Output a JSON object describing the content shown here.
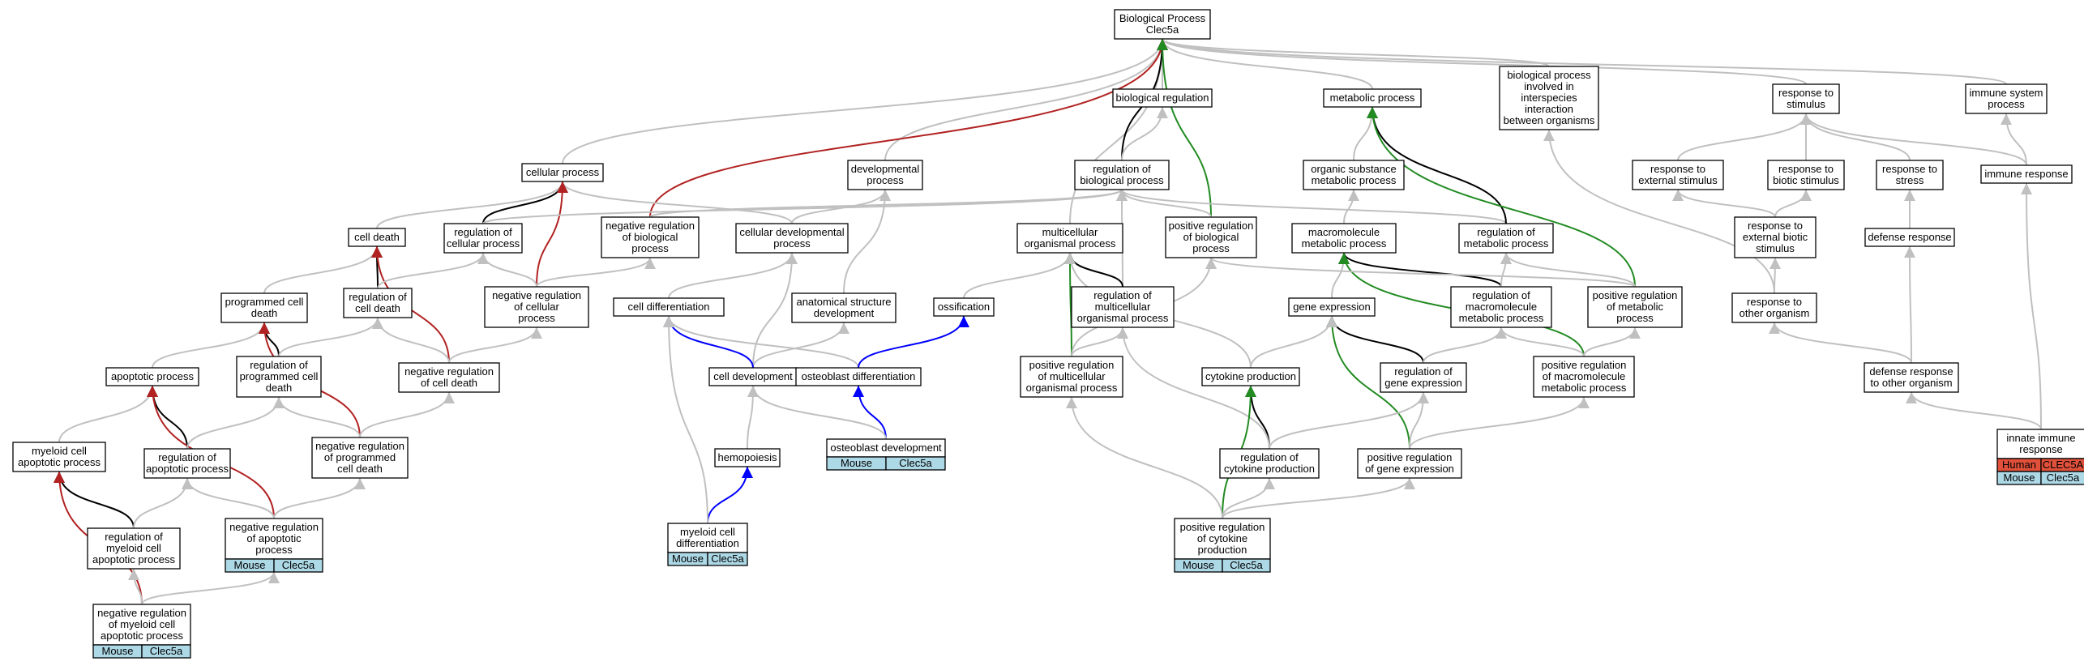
{
  "graph": {
    "colors": {
      "gray": "#c0c0c0",
      "black": "#000000",
      "red": "#b22222",
      "green": "#228b22",
      "blue": "#0000ff",
      "mouse": "#add8e6",
      "human": "#e0503a"
    },
    "nodes": [
      {
        "id": "bp",
        "lines": [
          "Biological Process",
          "Clec5a"
        ]
      },
      {
        "id": "cellular",
        "lines": [
          "cellular process"
        ]
      },
      {
        "id": "devproc",
        "lines": [
          "developmental",
          "process"
        ]
      },
      {
        "id": "bioreg",
        "lines": [
          "biological regulation"
        ]
      },
      {
        "id": "regbp",
        "lines": [
          "regulation of",
          "biological process"
        ]
      },
      {
        "id": "metab",
        "lines": [
          "metabolic process"
        ]
      },
      {
        "id": "interspecies",
        "lines": [
          "biological process",
          "involved in",
          "interspecies",
          "interaction",
          "between organisms"
        ]
      },
      {
        "id": "respstim",
        "lines": [
          "response to",
          "stimulus"
        ]
      },
      {
        "id": "immsys",
        "lines": [
          "immune system",
          "process"
        ]
      },
      {
        "id": "celldeath",
        "lines": [
          "cell death"
        ]
      },
      {
        "id": "regcellproc",
        "lines": [
          "regulation of",
          "cellular process"
        ]
      },
      {
        "id": "negregbp",
        "lines": [
          "negative regulation",
          "of biological",
          "process"
        ]
      },
      {
        "id": "celldevproc",
        "lines": [
          "cellular developmental",
          "process"
        ]
      },
      {
        "id": "multiorg",
        "lines": [
          "multicellular",
          "organismal process"
        ]
      },
      {
        "id": "posregbp",
        "lines": [
          "positive regulation",
          "of biological",
          "process"
        ]
      },
      {
        "id": "orgsub",
        "lines": [
          "organic substance",
          "metabolic process"
        ]
      },
      {
        "id": "macromol",
        "lines": [
          "macromolecule",
          "metabolic process"
        ]
      },
      {
        "id": "regmetab",
        "lines": [
          "regulation of",
          "metabolic process"
        ]
      },
      {
        "id": "respext",
        "lines": [
          "response to",
          "external stimulus"
        ]
      },
      {
        "id": "respbiotic",
        "lines": [
          "response to",
          "biotic stimulus"
        ]
      },
      {
        "id": "respstress",
        "lines": [
          "response to",
          "stress"
        ]
      },
      {
        "id": "immresp",
        "lines": [
          "immune response"
        ]
      },
      {
        "id": "pcd",
        "lines": [
          "programmed cell",
          "death"
        ]
      },
      {
        "id": "regcelldeath",
        "lines": [
          "regulation of",
          "cell death"
        ]
      },
      {
        "id": "negregcellproc",
        "lines": [
          "negative regulation",
          "of cellular",
          "process"
        ]
      },
      {
        "id": "celldiff",
        "lines": [
          "cell differentiation"
        ]
      },
      {
        "id": "anatdev",
        "lines": [
          "anatomical structure",
          "development"
        ]
      },
      {
        "id": "ossif",
        "lines": [
          "ossification"
        ]
      },
      {
        "id": "regmulti",
        "lines": [
          "regulation of",
          "multicellular",
          "organismal process"
        ]
      },
      {
        "id": "geneexpr",
        "lines": [
          "gene expression"
        ]
      },
      {
        "id": "regmacro",
        "lines": [
          "regulation of",
          "macromolecule",
          "metabolic process"
        ]
      },
      {
        "id": "posregmetab",
        "lines": [
          "positive regulation",
          "of metabolic",
          "process"
        ]
      },
      {
        "id": "respextbiotic",
        "lines": [
          "response to",
          "external biotic",
          "stimulus"
        ]
      },
      {
        "id": "defresp",
        "lines": [
          "defense response"
        ]
      },
      {
        "id": "resporg",
        "lines": [
          "response to",
          "other organism"
        ]
      },
      {
        "id": "apop",
        "lines": [
          "apoptotic process"
        ]
      },
      {
        "id": "regpcd",
        "lines": [
          "regulation of",
          "programmed cell",
          "death"
        ]
      },
      {
        "id": "negregcelldeath",
        "lines": [
          "negative regulation",
          "of cell death"
        ]
      },
      {
        "id": "celldev",
        "lines": [
          "cell development"
        ]
      },
      {
        "id": "osteodiff",
        "lines": [
          "osteoblast differentiation"
        ]
      },
      {
        "id": "posregmulti",
        "lines": [
          "positive regulation",
          "of multicellular",
          "organismal process"
        ]
      },
      {
        "id": "cytoprod",
        "lines": [
          "cytokine production"
        ]
      },
      {
        "id": "reggene",
        "lines": [
          "regulation of",
          "gene expression"
        ]
      },
      {
        "id": "posregmacro",
        "lines": [
          "positive regulation",
          "of macromolecule",
          "metabolic process"
        ]
      },
      {
        "id": "defother",
        "lines": [
          "defense response",
          "to other organism"
        ]
      },
      {
        "id": "myeloidapop",
        "lines": [
          "myeloid cell",
          "apoptotic process"
        ]
      },
      {
        "id": "regapop",
        "lines": [
          "regulation of",
          "apoptotic process"
        ]
      },
      {
        "id": "negregpcd",
        "lines": [
          "negative regulation",
          "of programmed",
          "cell death"
        ]
      },
      {
        "id": "osteodev",
        "lines": [
          "osteoblast development"
        ],
        "tags": [
          [
            "Mouse",
            "Clec5a"
          ]
        ]
      },
      {
        "id": "hemo",
        "lines": [
          "hemopoiesis"
        ]
      },
      {
        "id": "regcyto",
        "lines": [
          "regulation of",
          "cytokine production"
        ]
      },
      {
        "id": "posreggene",
        "lines": [
          "positive regulation",
          "of gene expression"
        ]
      },
      {
        "id": "innate",
        "lines": [
          "innate immune",
          "response"
        ],
        "tags": [
          [
            "Human",
            "CLEC5A"
          ],
          [
            "Mouse",
            "Clec5a"
          ]
        ]
      },
      {
        "id": "regmyeloidapop",
        "lines": [
          "regulation of",
          "myeloid cell",
          "apoptotic process"
        ]
      },
      {
        "id": "negregapop",
        "lines": [
          "negative regulation",
          "of apoptotic",
          "process"
        ],
        "tags": [
          [
            "Mouse",
            "Clec5a"
          ]
        ]
      },
      {
        "id": "myeloiddiff",
        "lines": [
          "myeloid cell",
          "differentiation"
        ],
        "tags": [
          [
            "Mouse",
            "Clec5a"
          ]
        ]
      },
      {
        "id": "posregcyto",
        "lines": [
          "positive regulation",
          "of cytokine",
          "production"
        ],
        "tags": [
          [
            "Mouse",
            "Clec5a"
          ]
        ]
      },
      {
        "id": "negregmyeloid",
        "lines": [
          "negative regulation",
          "of myeloid cell",
          "apoptotic process"
        ],
        "tags": [
          [
            "Mouse",
            "Clec5a"
          ]
        ]
      }
    ],
    "edges": [
      [
        "cellular",
        "bp",
        "gray"
      ],
      [
        "devproc",
        "bp",
        "gray"
      ],
      [
        "bioreg",
        "bp",
        "gray"
      ],
      [
        "metab",
        "bp",
        "gray"
      ],
      [
        "interspecies",
        "bp",
        "gray"
      ],
      [
        "respstim",
        "bp",
        "gray"
      ],
      [
        "immsys",
        "bp",
        "gray"
      ],
      [
        "multiorg",
        "bp",
        "gray"
      ],
      [
        "regbp",
        "bp",
        "black"
      ],
      [
        "negregbp",
        "bp",
        "red"
      ],
      [
        "posregbp",
        "bp",
        "green"
      ],
      [
        "regbp",
        "bioreg",
        "gray"
      ],
      [
        "celldeath",
        "cellular",
        "gray"
      ],
      [
        "regcellproc",
        "cellular",
        "black"
      ],
      [
        "celldevproc",
        "cellular",
        "gray"
      ],
      [
        "negregcellproc",
        "cellular",
        "red"
      ],
      [
        "celldevproc",
        "devproc",
        "gray"
      ],
      [
        "anatdev",
        "devproc",
        "gray"
      ],
      [
        "negregbp",
        "regbp",
        "gray"
      ],
      [
        "regcellproc",
        "regbp",
        "gray"
      ],
      [
        "posregbp",
        "regbp",
        "gray"
      ],
      [
        "regmulti",
        "regbp",
        "gray"
      ],
      [
        "regmetab",
        "regbp",
        "gray"
      ],
      [
        "orgsub",
        "metab",
        "gray"
      ],
      [
        "regmetab",
        "metab",
        "black"
      ],
      [
        "posregmetab",
        "metab",
        "green"
      ],
      [
        "respext",
        "respstim",
        "gray"
      ],
      [
        "respbiotic",
        "respstim",
        "gray"
      ],
      [
        "respstress",
        "respstim",
        "gray"
      ],
      [
        "immresp",
        "respstim",
        "gray"
      ],
      [
        "immresp",
        "immsys",
        "gray"
      ],
      [
        "resporg",
        "interspecies",
        "gray"
      ],
      [
        "macromol",
        "orgsub",
        "gray"
      ],
      [
        "geneexpr",
        "macromol",
        "gray"
      ],
      [
        "regmacro",
        "macromol",
        "black"
      ],
      [
        "posregmacro",
        "macromol",
        "green"
      ],
      [
        "regmacro",
        "regmetab",
        "gray"
      ],
      [
        "posregmetab",
        "regmetab",
        "gray"
      ],
      [
        "posregmetab",
        "posregbp",
        "gray"
      ],
      [
        "posregmacro",
        "posregmetab",
        "gray"
      ],
      [
        "posregmacro",
        "regmacro",
        "gray"
      ],
      [
        "respextbiotic",
        "respext",
        "gray"
      ],
      [
        "respextbiotic",
        "respbiotic",
        "gray"
      ],
      [
        "resporg",
        "respextbiotic",
        "gray"
      ],
      [
        "defresp",
        "respstress",
        "gray"
      ],
      [
        "defother",
        "defresp",
        "gray"
      ],
      [
        "defother",
        "resporg",
        "gray"
      ],
      [
        "innate",
        "defother",
        "gray"
      ],
      [
        "innate",
        "immresp",
        "gray"
      ],
      [
        "pcd",
        "celldeath",
        "gray"
      ],
      [
        "regcelldeath",
        "celldeath",
        "black"
      ],
      [
        "negregcelldeath",
        "celldeath",
        "red"
      ],
      [
        "regcelldeath",
        "regcellproc",
        "gray"
      ],
      [
        "negregcellproc",
        "regcellproc",
        "gray"
      ],
      [
        "negregcellproc",
        "negregbp",
        "gray"
      ],
      [
        "apop",
        "pcd",
        "gray"
      ],
      [
        "regpcd",
        "pcd",
        "black"
      ],
      [
        "negregpcd",
        "pcd",
        "red"
      ],
      [
        "regpcd",
        "regcelldeath",
        "gray"
      ],
      [
        "negregcelldeath",
        "regcelldeath",
        "gray"
      ],
      [
        "negregcelldeath",
        "negregcellproc",
        "gray"
      ],
      [
        "negregpcd",
        "regpcd",
        "gray"
      ],
      [
        "negregpcd",
        "negregcelldeath",
        "gray"
      ],
      [
        "myeloidapop",
        "apop",
        "gray"
      ],
      [
        "regapop",
        "apop",
        "black"
      ],
      [
        "negregapop",
        "apop",
        "red"
      ],
      [
        "regapop",
        "regpcd",
        "gray"
      ],
      [
        "regmyeloidapop",
        "myeloidapop",
        "black"
      ],
      [
        "negregmyeloid",
        "myeloidapop",
        "red"
      ],
      [
        "regmyeloidapop",
        "regapop",
        "gray"
      ],
      [
        "negregapop",
        "regapop",
        "gray"
      ],
      [
        "negregapop",
        "negregpcd",
        "gray"
      ],
      [
        "negregmyeloid",
        "regmyeloidapop",
        "gray"
      ],
      [
        "negregmyeloid",
        "negregapop",
        "gray"
      ],
      [
        "celldiff",
        "celldevproc",
        "gray"
      ],
      [
        "celldev",
        "celldevproc",
        "gray"
      ],
      [
        "celldev",
        "anatdev",
        "gray"
      ],
      [
        "celldev",
        "celldiff",
        "blue"
      ],
      [
        "osteodiff",
        "celldiff",
        "gray"
      ],
      [
        "osteodiff",
        "ossif",
        "blue"
      ],
      [
        "osteodev",
        "osteodiff",
        "blue"
      ],
      [
        "osteodev",
        "celldev",
        "gray"
      ],
      [
        "hemo",
        "celldev",
        "gray"
      ],
      [
        "myeloiddiff",
        "hemo",
        "blue"
      ],
      [
        "myeloiddiff",
        "celldiff",
        "gray"
      ],
      [
        "ossif",
        "multiorg",
        "gray"
      ],
      [
        "regmulti",
        "multiorg",
        "black"
      ],
      [
        "posregmulti",
        "multiorg",
        "green"
      ],
      [
        "cytoprod",
        "multiorg",
        "gray"
      ],
      [
        "posregmulti",
        "regmulti",
        "gray"
      ],
      [
        "posregmulti",
        "posregbp",
        "gray"
      ],
      [
        "reggene",
        "geneexpr",
        "black"
      ],
      [
        "posreggene",
        "geneexpr",
        "green"
      ],
      [
        "cytoprod",
        "geneexpr",
        "gray"
      ],
      [
        "reggene",
        "regmacro",
        "gray"
      ],
      [
        "posreggene",
        "reggene",
        "gray"
      ],
      [
        "posreggene",
        "posregmacro",
        "gray"
      ],
      [
        "regcyto",
        "cytoprod",
        "black"
      ],
      [
        "regcyto",
        "regmulti",
        "gray"
      ],
      [
        "regcyto",
        "reggene",
        "gray"
      ],
      [
        "posregcyto",
        "cytoprod",
        "green"
      ],
      [
        "posregcyto",
        "regcyto",
        "gray"
      ],
      [
        "posregcyto",
        "posregmulti",
        "gray"
      ],
      [
        "posregcyto",
        "posreggene",
        "gray"
      ]
    ]
  }
}
